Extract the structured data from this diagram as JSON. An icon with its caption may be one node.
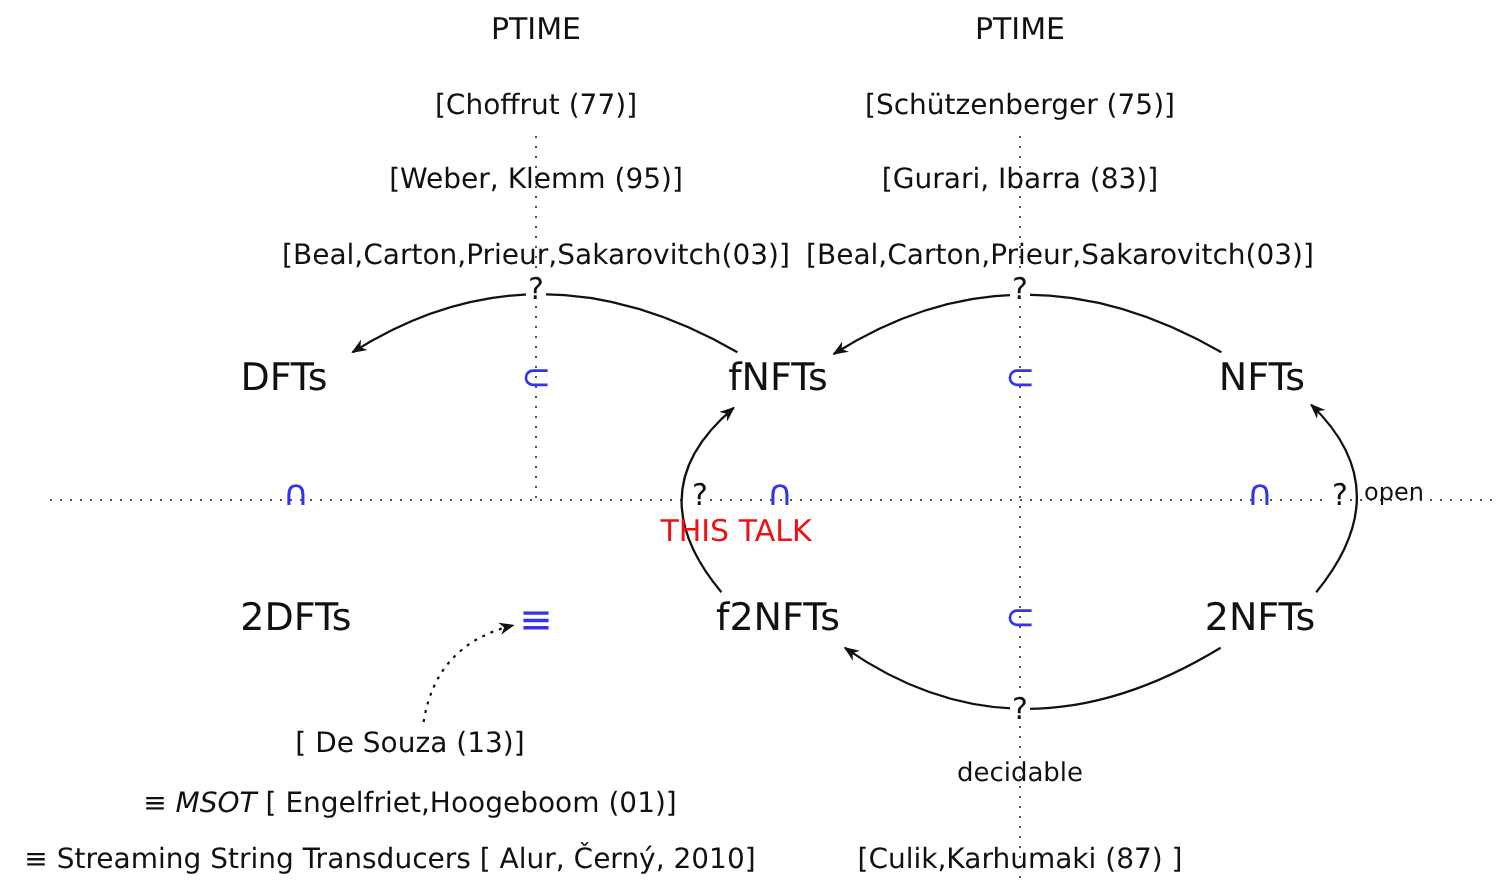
{
  "diagram": {
    "nodes": [
      {
        "text": [
          "DFTs"
        ]
      },
      {
        "text": [
          "fNFTs"
        ]
      },
      {
        "text": [
          "NFTs"
        ]
      },
      {
        "text": [
          "2DFTs"
        ]
      },
      {
        "text": [
          "f2NFTs"
        ]
      },
      {
        "text": [
          "2NFTs"
        ]
      },
      {
        "text": [
          "[ De Souza (13)]"
        ]
      },
      {
        "text": [
          "≡"
        ]
      }
    ],
    "edges": [
      {
        "from": 1,
        "to": 0,
        "arrow": "to",
        "label": "?"
      },
      {
        "from": 2,
        "to": 1,
        "arrow": "to",
        "label": "?"
      },
      {
        "from": 4,
        "to": 1,
        "arrow": "to",
        "label": "?"
      },
      {
        "from": 5,
        "to": 2,
        "arrow": "to",
        "label": "?"
      },
      {
        "from": 5,
        "to": 4,
        "arrow": "to",
        "label": "?"
      },
      {
        "from": 6,
        "to": 7,
        "arrow": "to",
        "style": "dashed"
      }
    ],
    "labels": [
      "PTIME",
      "PTIME",
      "[Choffrut (77)]",
      "[Schützenberger (75)]",
      "[Weber, Klemm (95)]",
      "[Gurari, Ibarra (83)]",
      "[Beal,Carton,Prieur,Sakarovitch(03)]",
      "[Beal,Carton,Prieur,Sakarovitch(03)]",
      "⊂",
      "⊂",
      "∩",
      "∩",
      "∩",
      "THIS TALK",
      "open",
      "⊂",
      "decidable",
      "≡ *MSOT* [ Engelfriet,Hoogeboom (01)]",
      "≡ Streaming String Transducers [ Alur, Černý, 2010]",
      "[Culik,Karhumaki (87) ]"
    ]
  }
}
